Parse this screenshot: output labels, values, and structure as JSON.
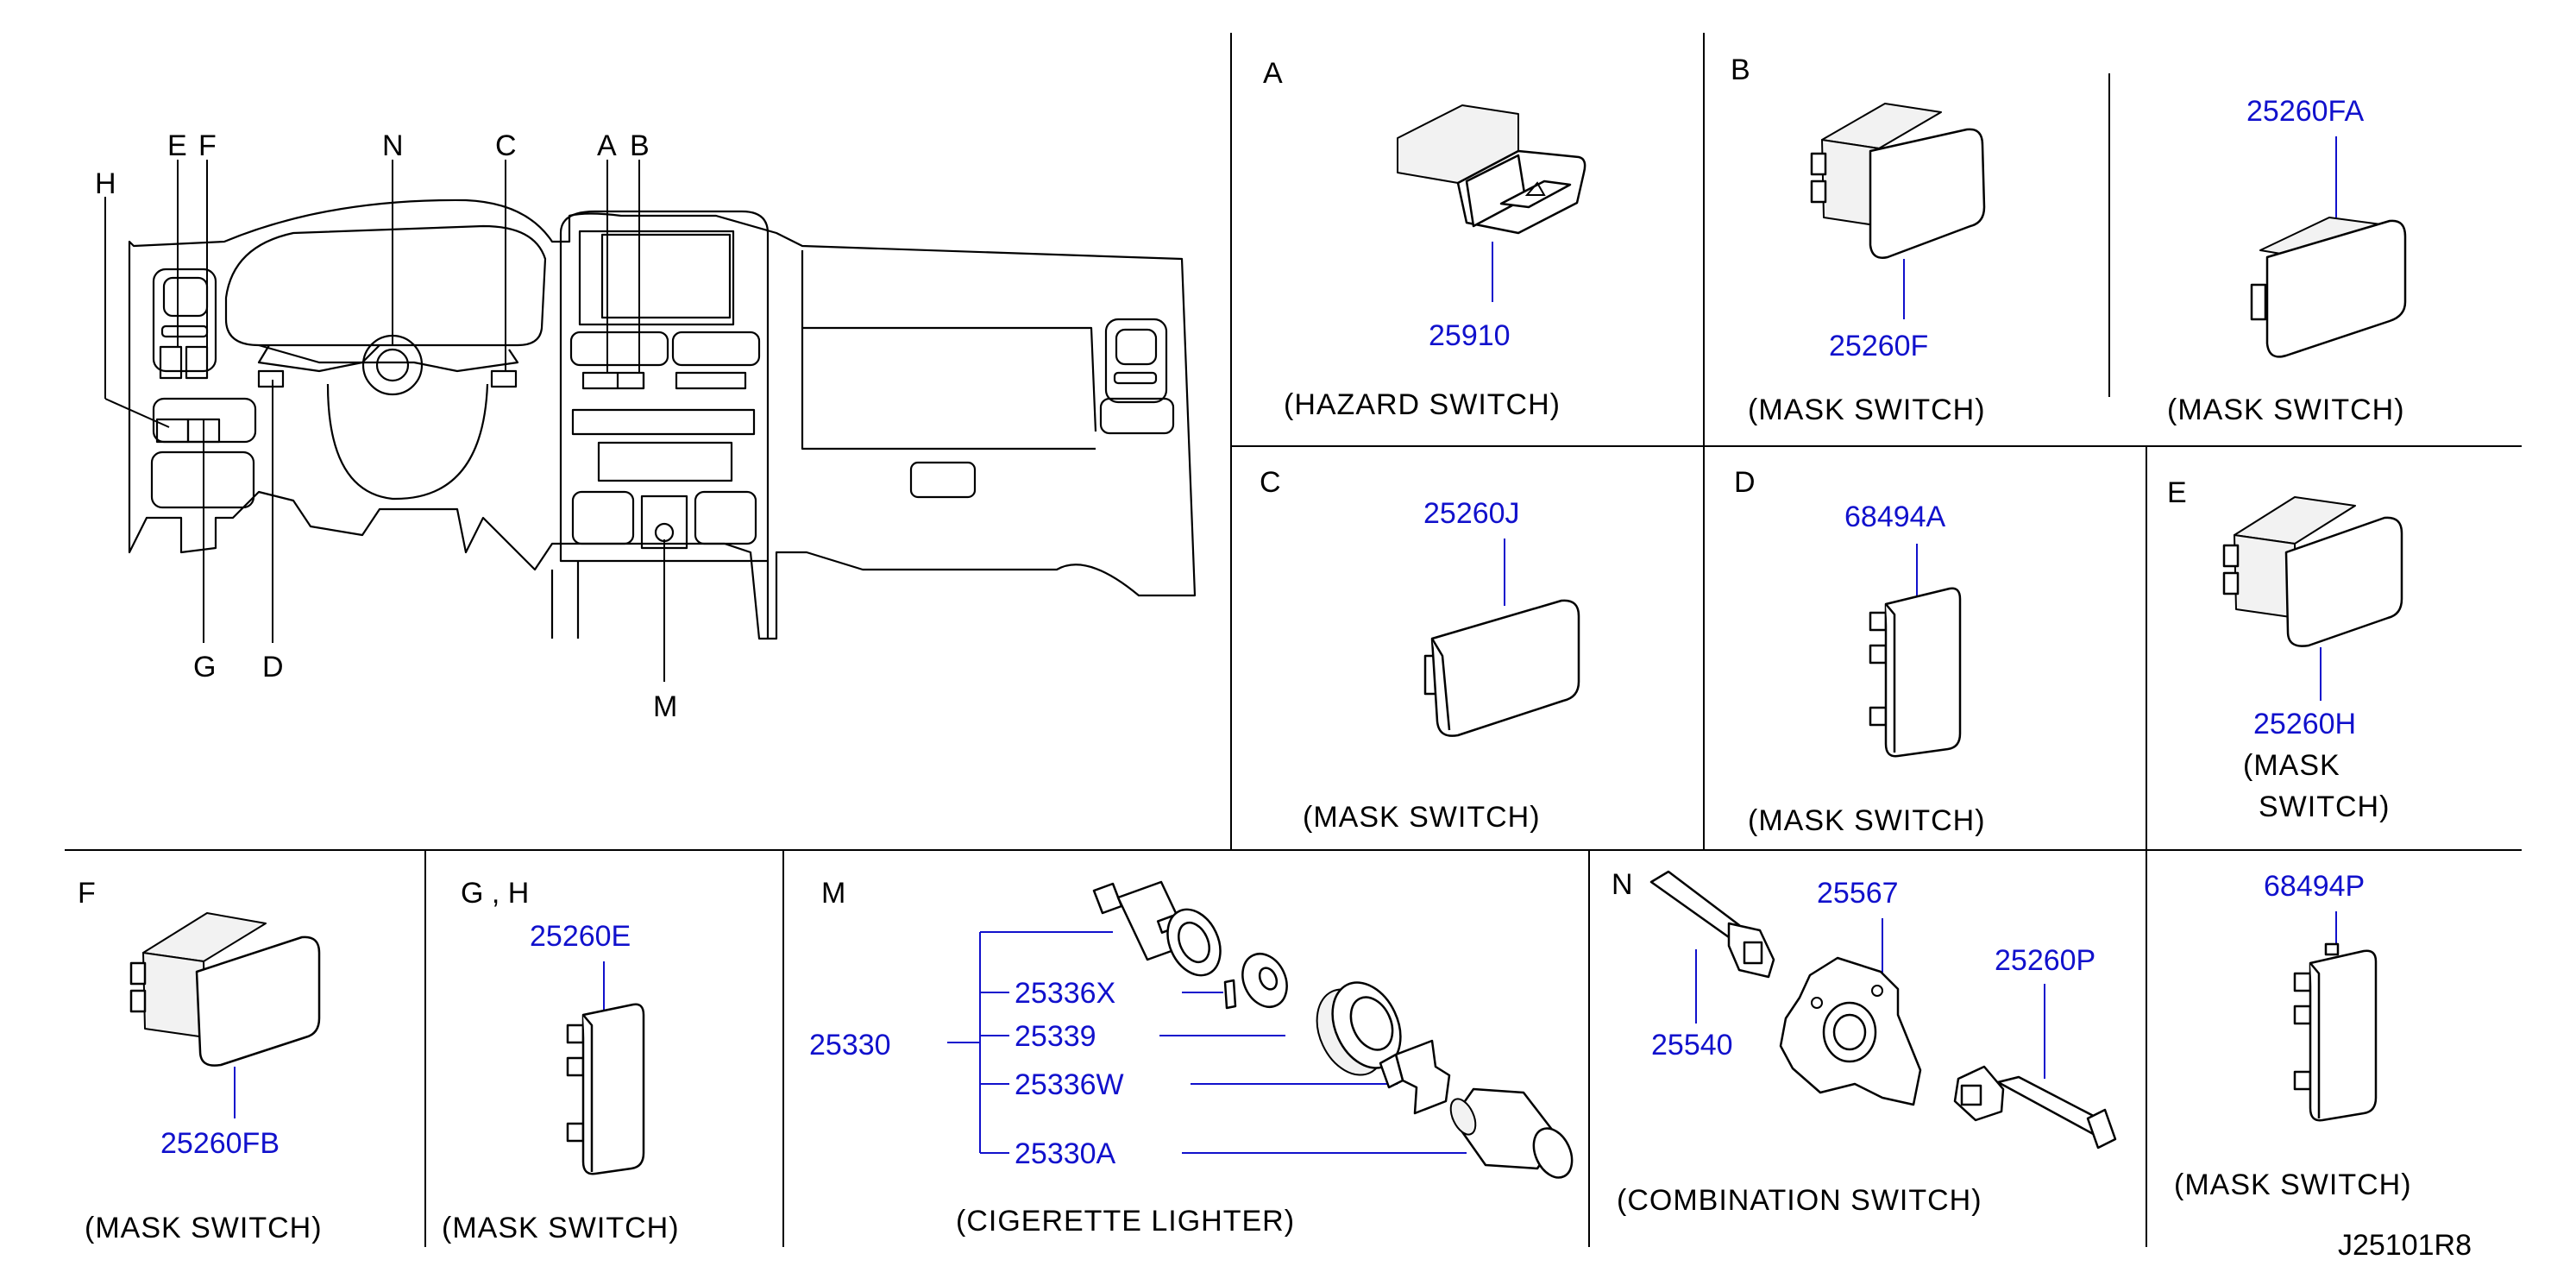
{
  "colors": {
    "part_number": "#1111cc",
    "line": "#000000",
    "background": "#ffffff"
  },
  "dashboard_labels": {
    "A": "A",
    "B": "B",
    "C": "C",
    "D": "D",
    "E": "E",
    "F": "F",
    "G": "G",
    "H": "H",
    "M": "M",
    "N": "N"
  },
  "panels": {
    "a": {
      "letter": "A",
      "part": "25910",
      "caption": "(HAZARD SWITCH)"
    },
    "b": {
      "letter": "B",
      "part": "25260F",
      "caption": "(MASK SWITCH)"
    },
    "b2": {
      "part": "25260FA",
      "caption": "(MASK SWITCH)"
    },
    "c": {
      "letter": "C",
      "part": "25260J",
      "caption": "(MASK SWITCH)"
    },
    "d": {
      "letter": "D",
      "part": "68494A",
      "caption": "(MASK SWITCH)"
    },
    "e": {
      "letter": "E",
      "part": "25260H",
      "caption_1": "(MASK",
      "caption_2": "SWITCH)"
    },
    "f": {
      "letter": "F",
      "part": "25260FB",
      "caption": "(MASK SWITCH)"
    },
    "gh": {
      "letter": "G , H",
      "part": "25260E",
      "caption": "(MASK SWITCH)"
    },
    "m": {
      "letter": "M",
      "assembly": "25330",
      "parts": [
        "25336X",
        "25339",
        "25336W",
        "25330A"
      ],
      "caption": "(CIGERETTE LIGHTER)"
    },
    "n": {
      "letter": "N",
      "parts": [
        "25567",
        "25260P",
        "25540"
      ],
      "caption": "(COMBINATION SWITCH)"
    },
    "p": {
      "part": "68494P",
      "caption": "(MASK SWITCH)"
    }
  },
  "diagram_id": "J25101R8"
}
